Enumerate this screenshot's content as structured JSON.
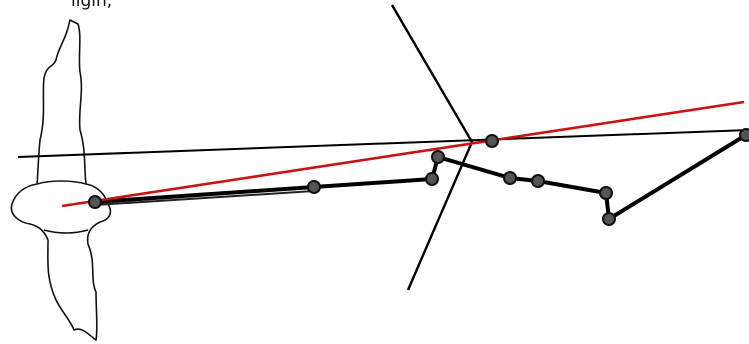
{
  "caption_fragment": "ligin,",
  "colors": {
    "background": "#ffffff",
    "bone_outline": "#111111",
    "reference_line": "#000000",
    "chain": "#000000",
    "joint_marker_fill": "#555555",
    "joint_marker_stroke": "#111111",
    "regression_line": "#cc1111"
  },
  "elements": {
    "bone": "bone-outline",
    "lines": [
      "horizontal-reference-line",
      "diagonal-reference-line",
      "regression-line"
    ],
    "chain": "joint-chain-polyline",
    "joints": 10
  }
}
